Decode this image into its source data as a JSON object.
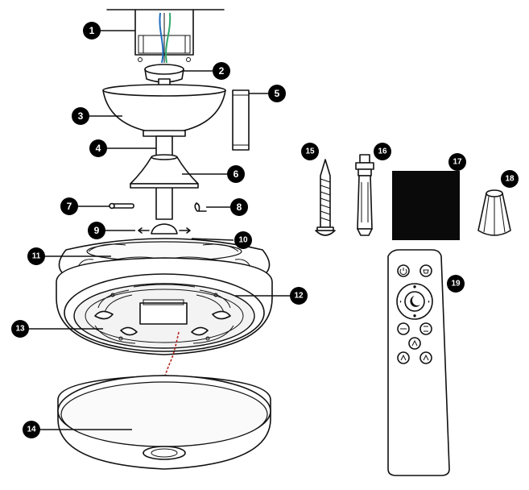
{
  "callouts": [
    "1",
    "2",
    "3",
    "4",
    "5",
    "6",
    "7",
    "8",
    "9",
    "10",
    "11",
    "12",
    "13",
    "14",
    "15",
    "16",
    "17",
    "18",
    "19"
  ],
  "colors": {
    "outline": "#111111",
    "callout_fill": "#000000",
    "callout_text": "#ffffff",
    "wire_blue": "#1f6fbf",
    "wire_green": "#2ea86b",
    "wire_red": "#b3261e",
    "tape": "#0a0a0a"
  }
}
